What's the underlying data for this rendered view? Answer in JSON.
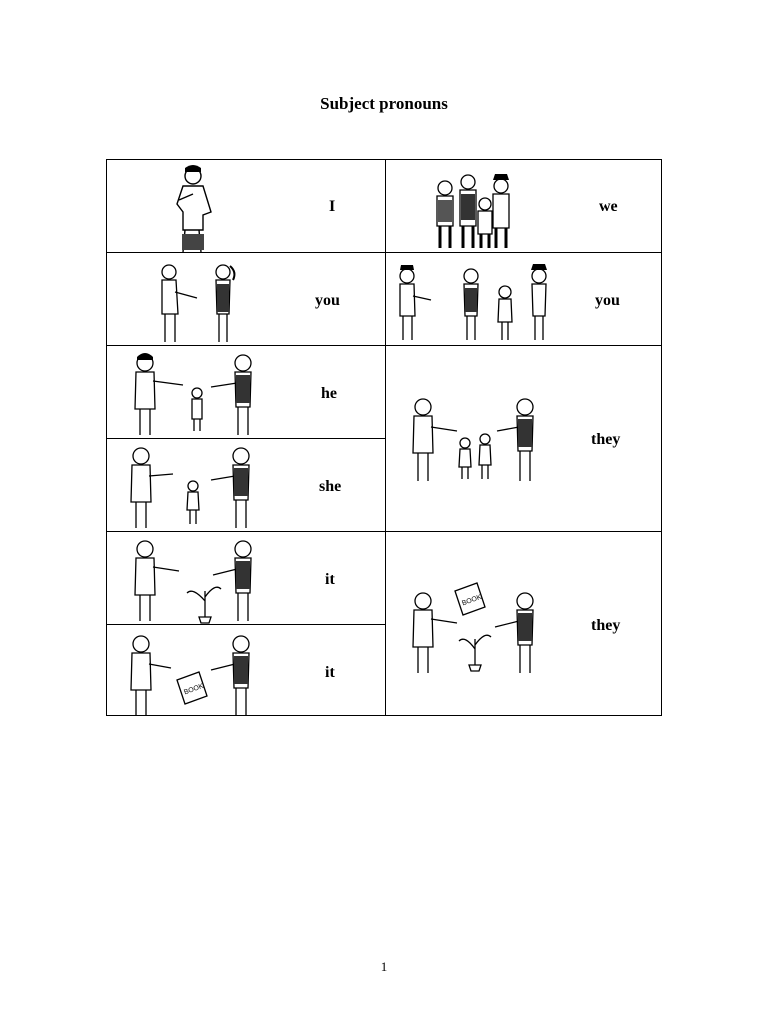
{
  "page": {
    "title": "Subject pronouns",
    "page_number": "1"
  },
  "rows": {
    "i": "I",
    "we": "we",
    "you_singular": "you",
    "you_plural": "you",
    "he": "he",
    "she": "she",
    "they_people": "they",
    "it_plant": "it",
    "it_book": "it",
    "they_things": "they"
  },
  "illustrations": {
    "book_label": "BOOK"
  },
  "colors": {
    "ink": "#000000",
    "rule": "#000000",
    "background": "#ffffff"
  }
}
